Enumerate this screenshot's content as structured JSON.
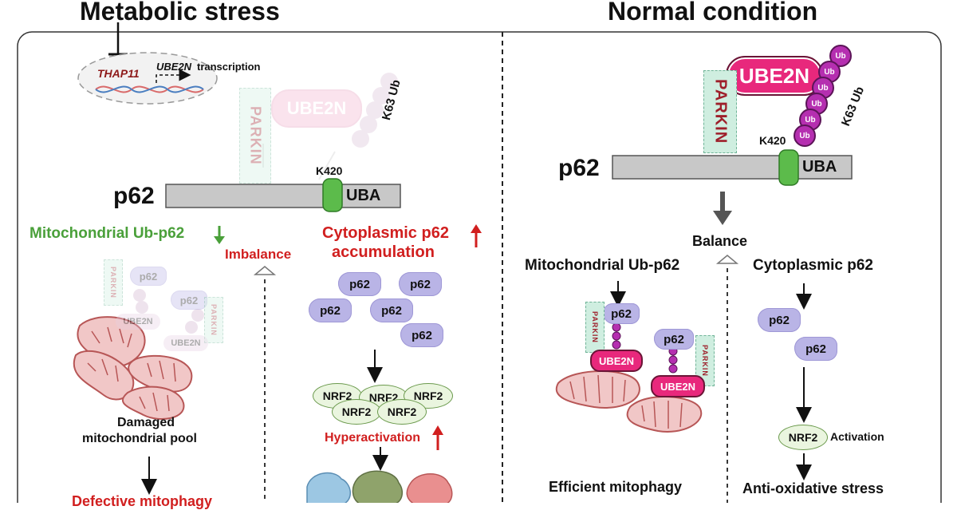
{
  "left": {
    "title": "Metabolic stress",
    "thap11": "THAP11",
    "ube2n_transcription_gene": "UBE2N",
    "ube2n_transcription_word": "transcription",
    "parkin": "PARKIN",
    "ube2n": "UBE2N",
    "k63": "K63 Ub",
    "k420": "K420",
    "p62": "p62",
    "uba": "UBA",
    "mito_ub_p62": "Mitochondrial Ub-p62",
    "imbalance": "Imbalance",
    "cyto_p62_line1": "Cytoplasmic p62",
    "cyto_p62_line2": "accumulation",
    "damaged_line1": "Damaged",
    "damaged_line2": "mitochondrial pool",
    "defective": "Defective mitophagy",
    "hyperactivation": "Hyperactivation",
    "p62_cluster": [
      "p62",
      "p62",
      "p62",
      "p62",
      "p62"
    ],
    "nrf2_cluster": [
      "NRF2",
      "NRF2",
      "NRF2",
      "NRF2",
      "NRF2"
    ],
    "ghost_p62": "p62",
    "ghost_ube2n": "UBE2N",
    "ghost_parkin": "PARKIN"
  },
  "right": {
    "title": "Normal condition",
    "ube2n": "UBE2N",
    "parkin": "PARKIN",
    "k63": "K63 Ub",
    "k420": "K420",
    "p62": "p62",
    "uba": "UBA",
    "ub_label": "Ub",
    "balance": "Balance",
    "mito_ub_p62": "Mitochondrial Ub-p62",
    "cyto_p62": "Cytoplasmic p62",
    "efficient": "Efficient mitophagy",
    "nrf2": "NRF2",
    "activation": "Activation",
    "anti_ox": "Anti-oxidative stress",
    "mito_p62": "p62",
    "mito_ube2n": "UBE2N",
    "mito_parkin": "PARKIN",
    "cyto_cluster": [
      "p62",
      "p62"
    ]
  },
  "colors": {
    "pink": "#e8287c",
    "green": "#4aa03a",
    "red": "#d11f1f",
    "purple": "#b52fb0",
    "p62_blob": "#b9b4e6"
  }
}
